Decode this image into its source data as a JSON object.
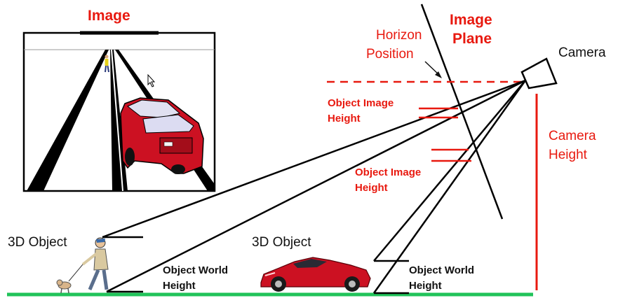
{
  "labels": {
    "image_title": "Image",
    "image_plane_line1": "Image",
    "image_plane_line2": "Plane",
    "horizon_line1": "Horizon",
    "horizon_line2": "Position",
    "camera": "Camera",
    "camera_height_line1": "Camera",
    "camera_height_line2": "Height",
    "object_image_height_1_line1": "Object Image",
    "object_image_height_1_line2": "Height",
    "object_image_height_2_line1": "Object Image",
    "object_image_height_2_line2": "Height",
    "object_3d_person": "3D Object",
    "object_3d_car": "3D Object",
    "object_world_height_1_line1": "Object World",
    "object_world_height_1_line2": "Height",
    "object_world_height_2_line1": "Object World",
    "object_world_height_2_line2": "Height"
  },
  "colors": {
    "accent_red": "#e8190f",
    "ground_green": "#21c35a",
    "line_black": "#000000",
    "car_red": "#cc1122"
  }
}
